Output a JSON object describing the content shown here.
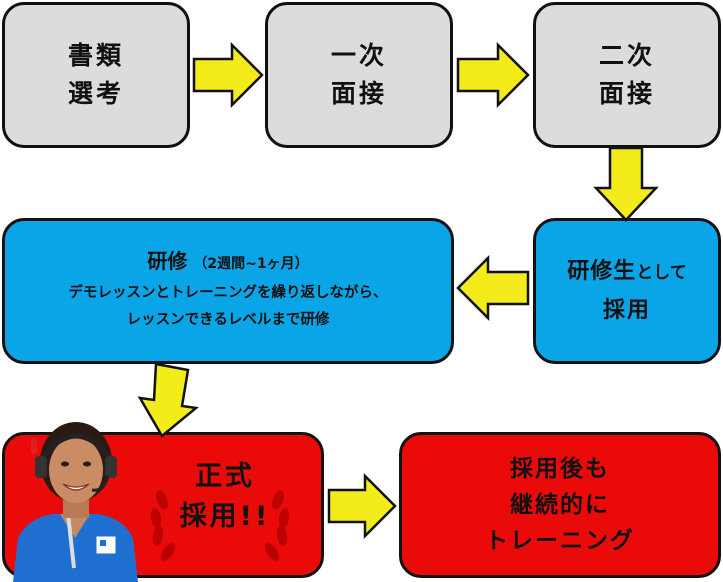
{
  "steps": {
    "document_screening": {
      "line1": "書類",
      "line2": "選考"
    },
    "first_interview": {
      "line1": "一次",
      "line2": "面接"
    },
    "second_interview": {
      "line1": "二次",
      "line2": "面接"
    },
    "trainee_hire": {
      "line1_big": "研修生",
      "line1_small": "として",
      "line2": "採用"
    },
    "training": {
      "title": "研修",
      "duration": "（2週間~1ヶ月）",
      "desc_line1": "デモレッスンとトレーニングを繰り返しながら、",
      "desc_line2": "レッスンできるレベルまで研修"
    },
    "official_hire": {
      "line1": "正式",
      "line2": "採用!!"
    },
    "continuous_training": {
      "line1": "採用後も",
      "line2": "継続的に",
      "line3": "トレーニング"
    }
  },
  "colors": {
    "gray_box": "#dcdcdc",
    "blue_box": "#0aa5e6",
    "red_box": "#ea0a0a",
    "arrow": "#f4ec1a",
    "border": "#111111"
  },
  "icons": {
    "arrow": "block-arrow-icon",
    "laurel": "laurel-wreath-icon",
    "person": "smiling-staff-photo"
  }
}
